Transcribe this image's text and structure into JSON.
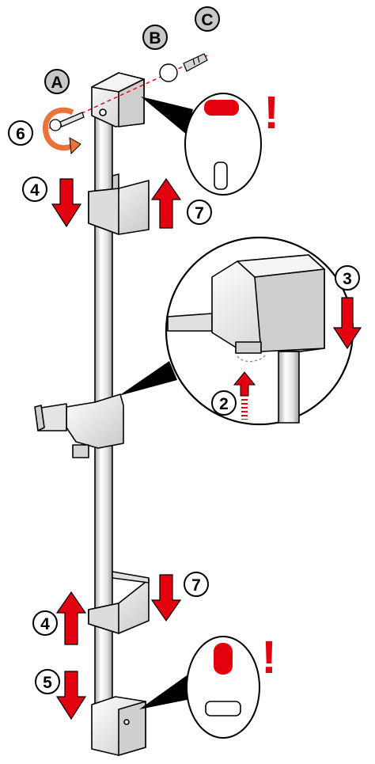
{
  "title": "",
  "parts": [
    {
      "letter": "A"
    },
    {
      "letter": "B"
    },
    {
      "letter": "C"
    }
  ],
  "steps": [
    {
      "number": "2"
    },
    {
      "number": "3"
    },
    {
      "number": "4"
    },
    {
      "number": "4"
    },
    {
      "number": "5"
    },
    {
      "number": "6"
    },
    {
      "number": "7"
    },
    {
      "number": "7"
    }
  ],
  "warning_mark": "!",
  "colors": {
    "accent": "#e3000f",
    "rotate_arrow": "#e8743c",
    "badge_gray": "#c8c8c8",
    "line": "#000000",
    "fill_light": "#ffffff",
    "fill_shade": "#d9d9d9"
  }
}
